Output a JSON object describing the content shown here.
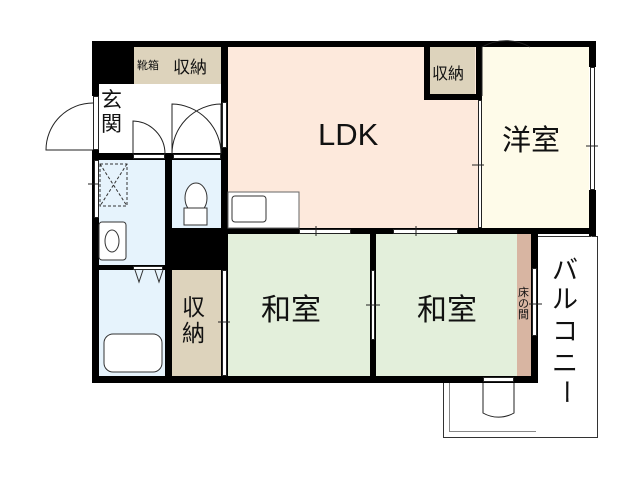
{
  "floorplan": {
    "colors": {
      "ldk": "#fde9dc",
      "western": "#fefbe9",
      "japanese": "#e3efdb",
      "storage": "#ddd3bc",
      "wet": "#e6f3fc",
      "tokonoma": "#d8b5a2",
      "wall": "#000000"
    },
    "rooms": {
      "shoe_box": "靴箱",
      "storage_top": "収納",
      "entrance_1": "玄",
      "entrance_2": "関",
      "ldk": "LDK",
      "storage_ldk": "収納",
      "western": "洋室",
      "japanese_1": "和室",
      "japanese_2": "和室",
      "storage_left_1": "収",
      "storage_left_2": "納",
      "tokonoma_1": "床",
      "tokonoma_2": "の",
      "tokonoma_3": "間",
      "balcony_1": "バ",
      "balcony_2": "ル",
      "balcony_3": "コ",
      "balcony_4": "ニ",
      "balcony_5": "ー"
    }
  }
}
